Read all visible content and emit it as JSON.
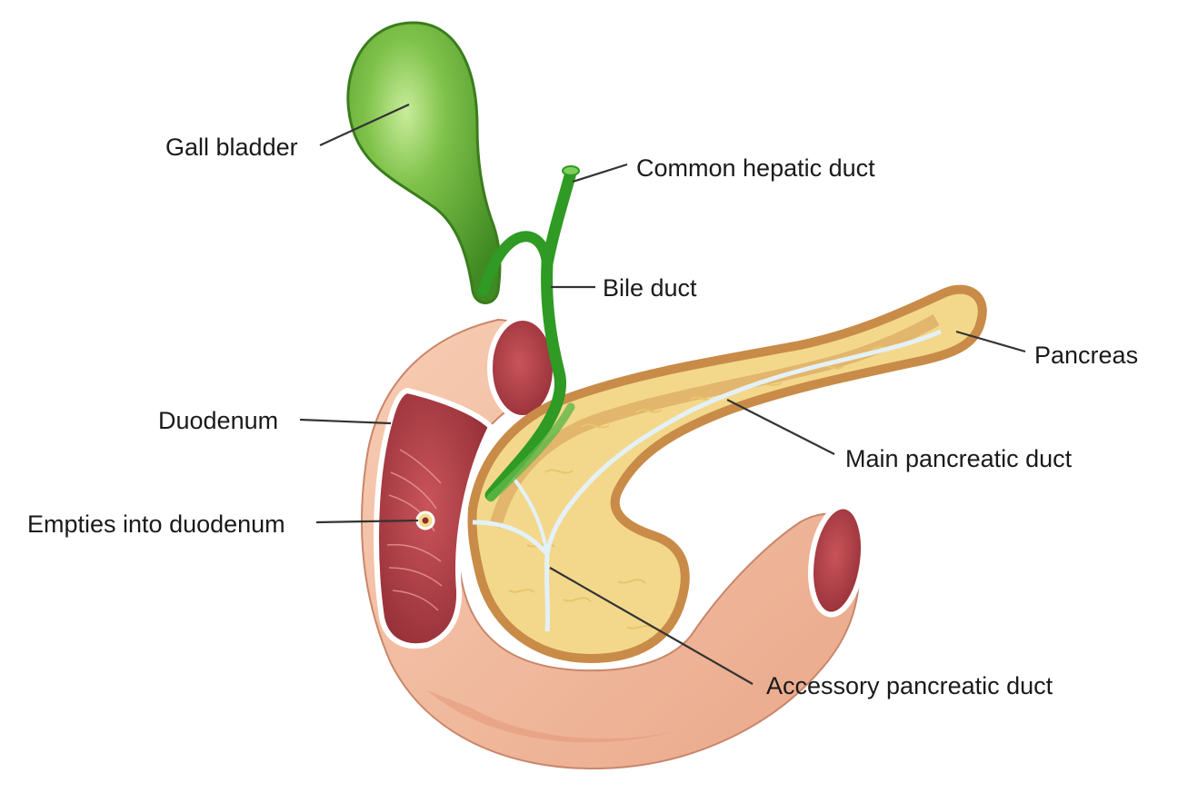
{
  "colors": {
    "gallbladder": "#5ea832",
    "duct_green": "#2f9a24",
    "duodenum": "#f2b89a",
    "duodenum_lumen": "#a8343c",
    "pancreas": "#f3d88c",
    "pancreas_rim": "#c98b48",
    "pancreatic_duct": "#e4f1f8",
    "leader": "#333333",
    "text": "#1a1a1a"
  },
  "labels": {
    "gall_bladder": "Gall bladder",
    "common_hepatic_duct": "Common hepatic duct",
    "bile_duct": "Bile duct",
    "pancreas": "Pancreas",
    "duodenum": "Duodenum",
    "main_pancreatic_duct": "Main pancreatic duct",
    "empties_into_duodenum": "Empties into duodenum",
    "accessory_pancreatic_duct": "Accessory pancreatic duct"
  }
}
